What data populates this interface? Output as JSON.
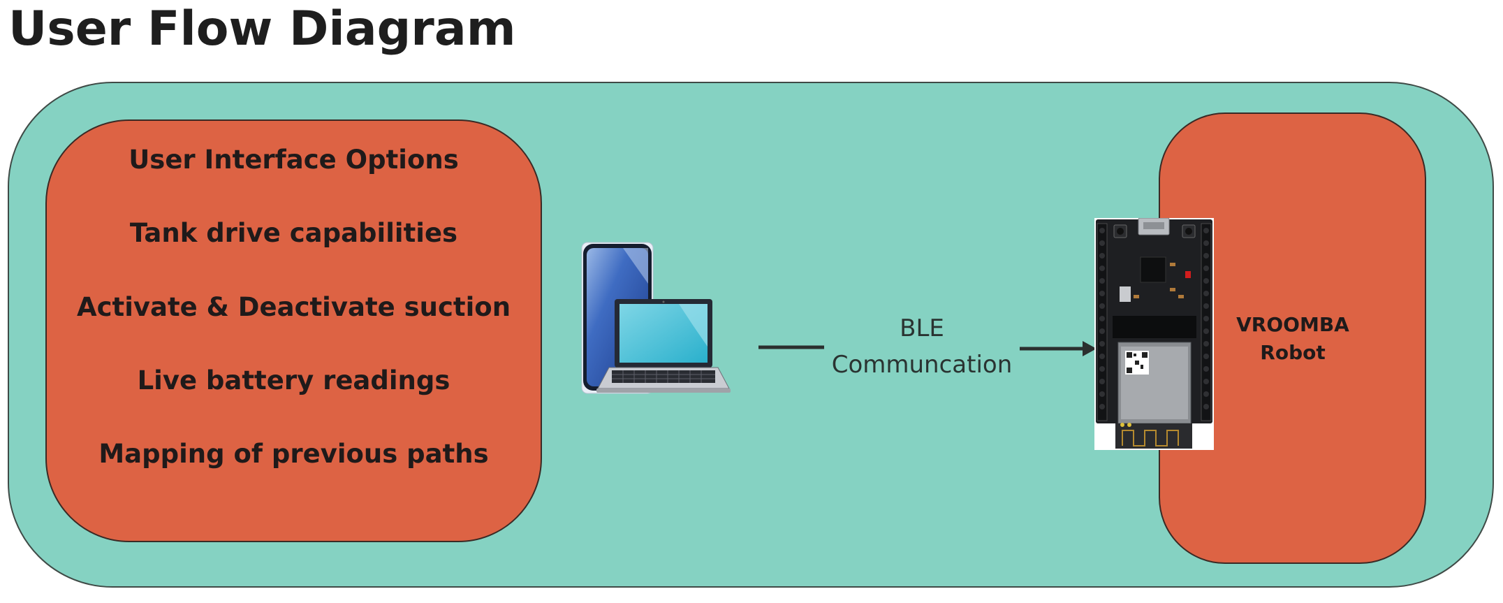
{
  "page": {
    "title": "User Flow Diagram"
  },
  "user_interface": {
    "items": [
      "User Interface Options",
      "Tank drive capabilities",
      "Activate & Deactivate suction",
      "Live battery readings",
      "Mapping of previous paths"
    ]
  },
  "communication": {
    "line1": "BLE",
    "line2": "Communcation"
  },
  "robot": {
    "line1": "VROOMBA",
    "line2": "Robot"
  },
  "icons": {
    "client": "phone-and-laptop-icon",
    "controller": "esp32-board-icon",
    "arrow": "arrow-right-icon"
  },
  "colors": {
    "outer_container": "#85d2c2",
    "inner_boxes": "#dd6344",
    "text": "#1f1a1a"
  }
}
